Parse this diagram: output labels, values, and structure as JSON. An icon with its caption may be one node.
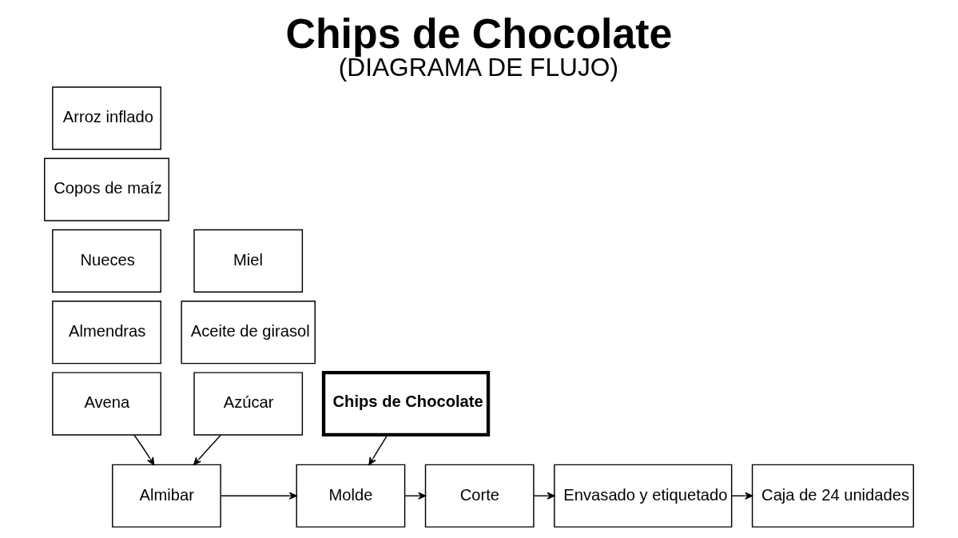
{
  "diagram": {
    "title": "Chips de Chocolate",
    "caption": "(DIAGRAMA DE FLUJO)",
    "nodes": [
      {
        "text": [
          "Arroz inflado"
        ]
      },
      {
        "text": [
          "Copos de maíz"
        ]
      },
      {
        "text": [
          "Nueces"
        ]
      },
      {
        "text": [
          "Almendras"
        ]
      },
      {
        "text": [
          "Avena"
        ]
      },
      {
        "text": [
          "Miel"
        ]
      },
      {
        "text": [
          "Aceite de girasol"
        ]
      },
      {
        "text": [
          "Azúcar"
        ]
      },
      {
        "text": [
          "Chips de Chocolate"
        ]
      },
      {
        "text": [
          "Almibar"
        ]
      },
      {
        "text": [
          "Molde"
        ]
      },
      {
        "text": [
          "Corte"
        ]
      },
      {
        "text": [
          "Envasado y etiquetado"
        ]
      },
      {
        "text": [
          "Caja de 24 unidades"
        ]
      }
    ],
    "edges": [
      {
        "from": 4,
        "to": 9,
        "arrow": "to"
      },
      {
        "from": 7,
        "to": 9,
        "arrow": "to"
      },
      {
        "from": 8,
        "to": 10,
        "arrow": "to"
      },
      {
        "from": 9,
        "to": 10,
        "arrow": "to"
      },
      {
        "from": 10,
        "to": 11,
        "arrow": "to"
      },
      {
        "from": 11,
        "to": 12,
        "arrow": "to"
      },
      {
        "from": 12,
        "to": 13,
        "arrow": "to"
      }
    ]
  }
}
